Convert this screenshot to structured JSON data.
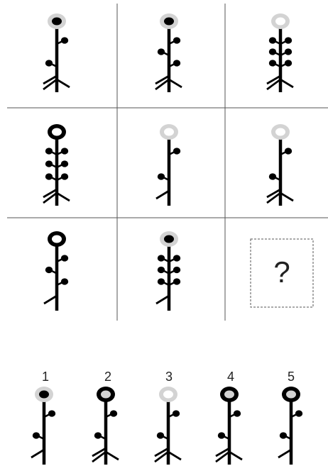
{
  "colors": {
    "stem": "#000000",
    "grid_line": "#555555",
    "head_light_ring": "#d3d3d3",
    "head_black": "#000000",
    "head_center_white": "#ffffff",
    "dashed_box": "#555555"
  },
  "grid": {
    "cells": [
      {
        "id": "r1c1",
        "ring": "light",
        "center": "black",
        "leaves": [
          "right",
          "left"
        ],
        "base": "fork"
      },
      {
        "id": "r1c2",
        "ring": "light",
        "center": "black",
        "leaves": [
          "right",
          "left",
          "right"
        ],
        "base": "fork"
      },
      {
        "id": "r1c3",
        "ring": "light",
        "center": "white",
        "leaves": [
          "both",
          "both",
          "both"
        ],
        "base": "fork"
      },
      {
        "id": "r2c1",
        "ring": "black",
        "center": "white",
        "leaves": [
          "both",
          "both",
          "both"
        ],
        "base": "fork"
      },
      {
        "id": "r2c2",
        "ring": "light",
        "center": "white",
        "leaves": [
          "right",
          "left"
        ],
        "base": "single"
      },
      {
        "id": "r2c3",
        "ring": "light",
        "center": "white",
        "leaves": [
          "right",
          "left"
        ],
        "base": "fork"
      },
      {
        "id": "r3c1",
        "ring": "black",
        "center": "white",
        "leaves": [
          "right",
          "left",
          "right"
        ],
        "base": "single"
      },
      {
        "id": "r3c2",
        "ring": "light",
        "center": "black",
        "leaves": [
          "both",
          "both",
          "both"
        ],
        "base": "single"
      }
    ],
    "missing": {
      "id": "r3c3",
      "label": "?"
    }
  },
  "options": [
    {
      "label": "1",
      "ring": "light",
      "center": "black",
      "leaves": [
        "right",
        "left"
      ],
      "base": "single"
    },
    {
      "label": "2",
      "ring": "black",
      "center": "light",
      "leaves": [
        "right",
        "left"
      ],
      "base": "fork"
    },
    {
      "label": "3",
      "ring": "light",
      "center": "white",
      "leaves": [
        "right",
        "left"
      ],
      "base": "fork"
    },
    {
      "label": "4",
      "ring": "black",
      "center": "light",
      "leaves": [
        "right",
        "left"
      ],
      "base": "fork"
    },
    {
      "label": "5",
      "ring": "black",
      "center": "light",
      "leaves": [
        "right",
        "left"
      ],
      "base": "single"
    }
  ]
}
